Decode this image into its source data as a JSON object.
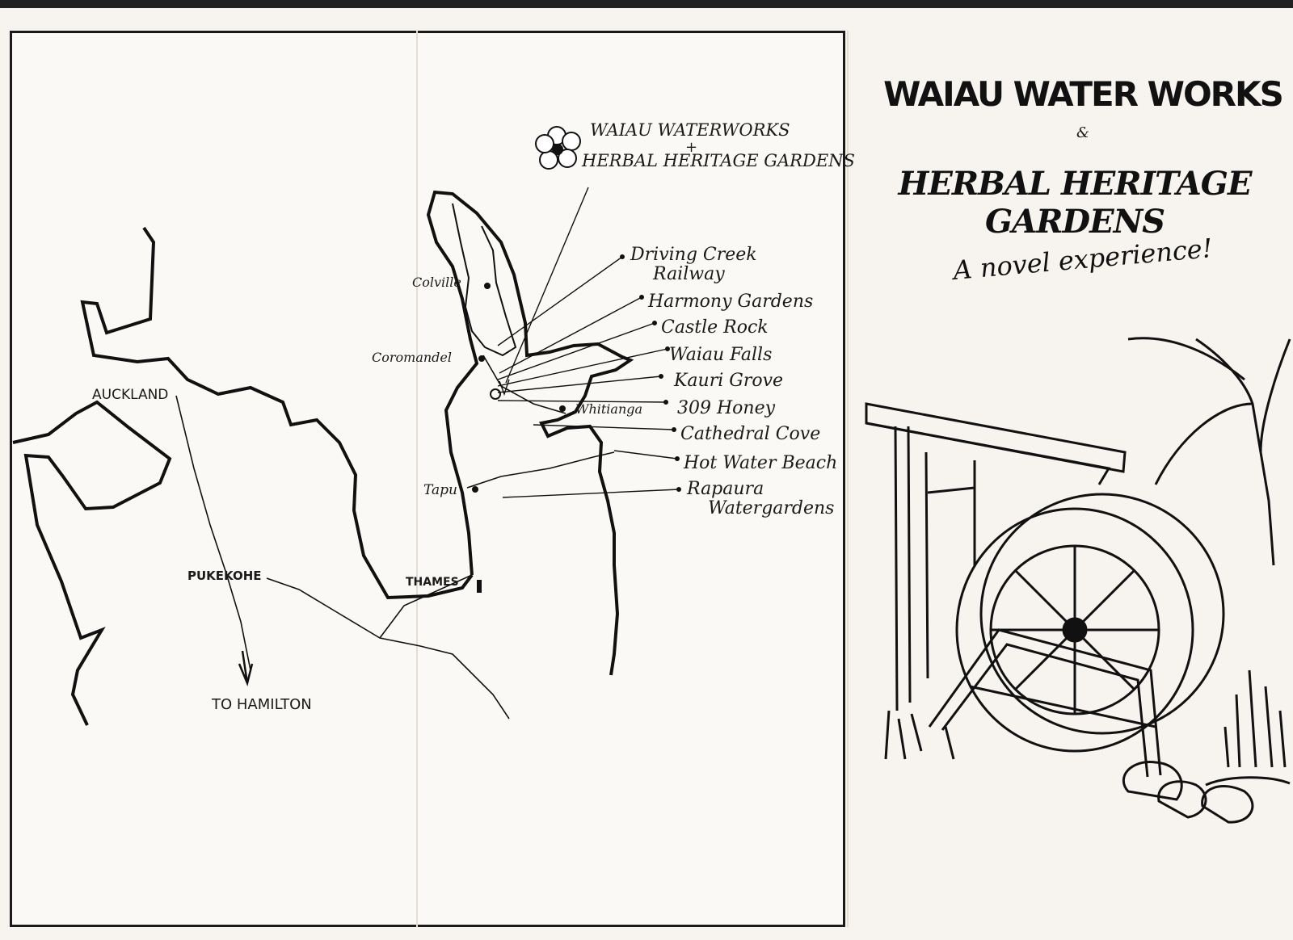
{
  "brochure": {
    "title": "WAIAU WATER WORKS",
    "ampersand": "&",
    "subtitle": "HERBAL HERITAGE GARDENS",
    "tagline": "A novel experience!"
  },
  "map": {
    "legend_line1": "WAIAU  WATERWORKS",
    "legend_plus": "+",
    "legend_line2": "HERBAL  HERITAGE  GARDENS",
    "places": {
      "auckland": "AUCKLAND",
      "pukekohe": "PUKEKOHE",
      "to_hamilton": "TO HAMILTON",
      "thames": "THAMES",
      "tapu": "Tapu",
      "colville": "Colville",
      "coromandel": "Coromandel",
      "whitianga": "Whitianga"
    },
    "attractions": [
      "Driving Creek",
      "Railway",
      "Harmony Gardens",
      "Castle Rock",
      "Waiau Falls",
      "Kauri Grove",
      "309 Honey",
      "Cathedral Cove",
      "Hot Water Beach",
      "Rapaura",
      "Watergardens"
    ]
  }
}
